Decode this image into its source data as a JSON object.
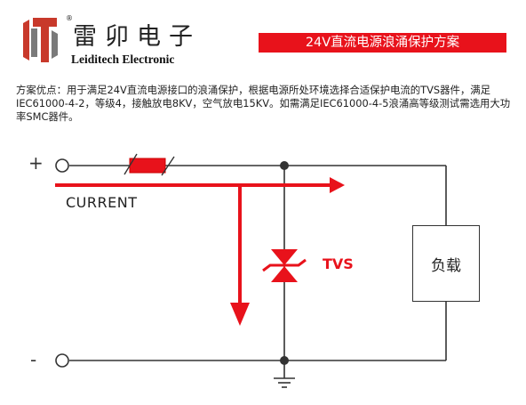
{
  "header": {
    "brand_cn": "雷卯电子",
    "brand_reg": "®",
    "brand_en": "Leiditech Electronic",
    "title": "24V直流电源浪涌保护方案"
  },
  "advantages_text": "方案优点：用于满足24V直流电源接口的浪涌保护，根据电源所处环境选择合适保护电流的TVS器件，满足IEC61000-4-2，等级4，接触放电8KV，空气放电15KV。如需满足IEC61000-4-5浪涌高等级测试需选用大功率SMC器件。",
  "circuit": {
    "plus_terminal": "+",
    "minus_terminal": "-",
    "current_label": "CURRENT",
    "tvs_label": "TVS",
    "load_label": "负载"
  },
  "colors": {
    "accent_red": "#e8121b",
    "wire": "#333333",
    "logo_red": "#c8392b"
  }
}
